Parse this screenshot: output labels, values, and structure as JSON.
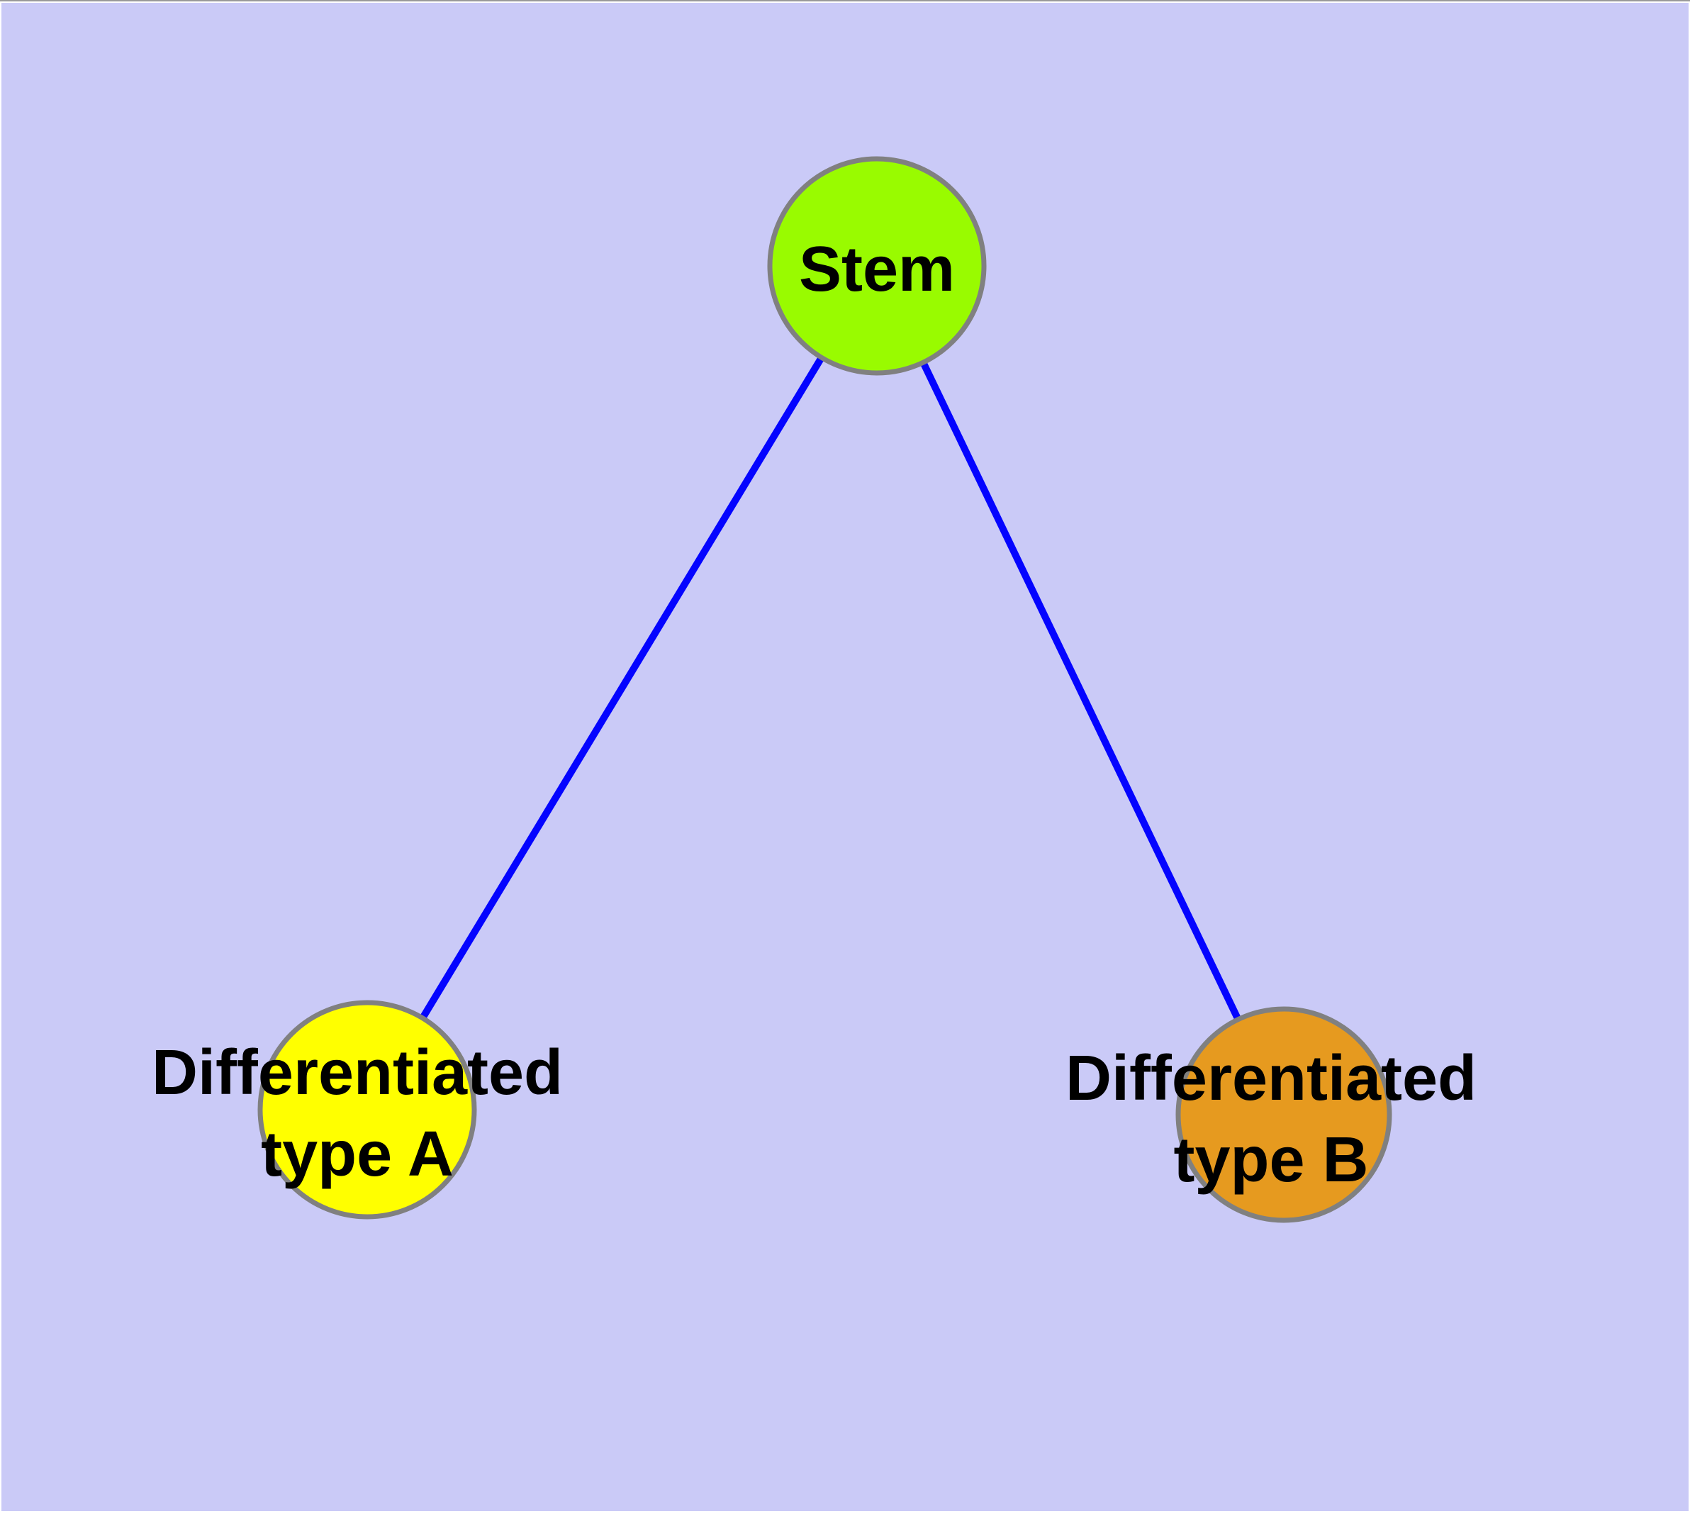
{
  "canvas": {
    "background_color": "#CACAF7",
    "frame_color": "#FFFFFF",
    "top_border_color": "#9A9A9A"
  },
  "graph": {
    "type": "tree",
    "edge_color": "#0404FF",
    "node_border_color": "#808080",
    "label_color": "#000000",
    "nodes": {
      "stem": {
        "label": "Stem",
        "fill": "#99FB00"
      },
      "typeA": {
        "label_line1": "Differentiated",
        "label_line2": "type A",
        "fill": "#FFFF00"
      },
      "typeB": {
        "label_line1": "Differentiated",
        "label_line2": "type B",
        "fill": "#E69A1F"
      }
    },
    "edges": [
      {
        "from": "Stem",
        "to": "Differentiated type A"
      },
      {
        "from": "Stem",
        "to": "Differentiated type B"
      }
    ]
  }
}
